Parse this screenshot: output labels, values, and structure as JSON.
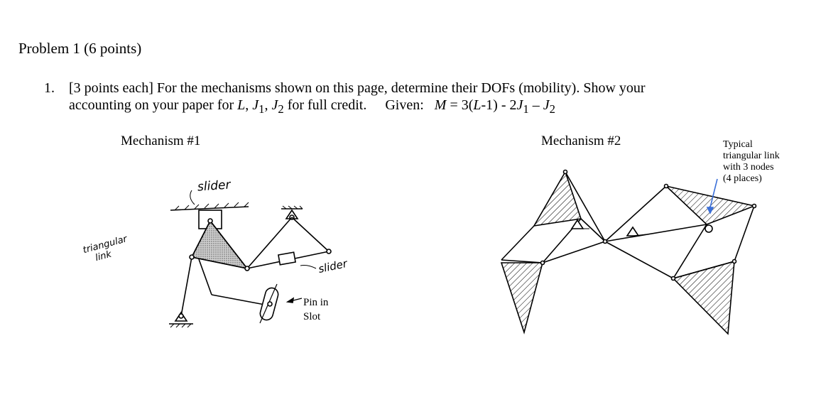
{
  "heading": "Problem 1 (6 points)",
  "question": {
    "number": "1.",
    "line1": "[3 points each]   For the mechanisms shown on this page, determine their DOFs (mobility).  Show your",
    "line2_a": "accounting on your paper for ",
    "line2_L": "L",
    "line2_sep1": ", ",
    "line2_J1": "J",
    "line2_J1_sub": "1",
    "line2_sep2": ", ",
    "line2_J2": "J",
    "line2_J2_sub": "2",
    "line2_b": " for full credit.",
    "given_label": "Given:",
    "formula_M": "M",
    "formula_eq": " = 3(",
    "formula_L": "L",
    "formula_mid": "-1) - 2",
    "formula_J1": "J",
    "formula_J1_sub": "1",
    "formula_minus": " – ",
    "formula_J2": "J",
    "formula_J2_sub": "2"
  },
  "mechanism1": {
    "title": "Mechanism #1",
    "slider_label_top": "slider",
    "slider_label_right": "slider",
    "triangular_label_1": "triangular",
    "triangular_label_2": "link",
    "pin_label_1": "Pin in",
    "pin_label_2": "Slot"
  },
  "mechanism2": {
    "title": "Mechanism #2",
    "note_1": "Typical",
    "note_2": "triangular link",
    "note_3": "with 3 nodes",
    "note_4": "(4 places)"
  }
}
